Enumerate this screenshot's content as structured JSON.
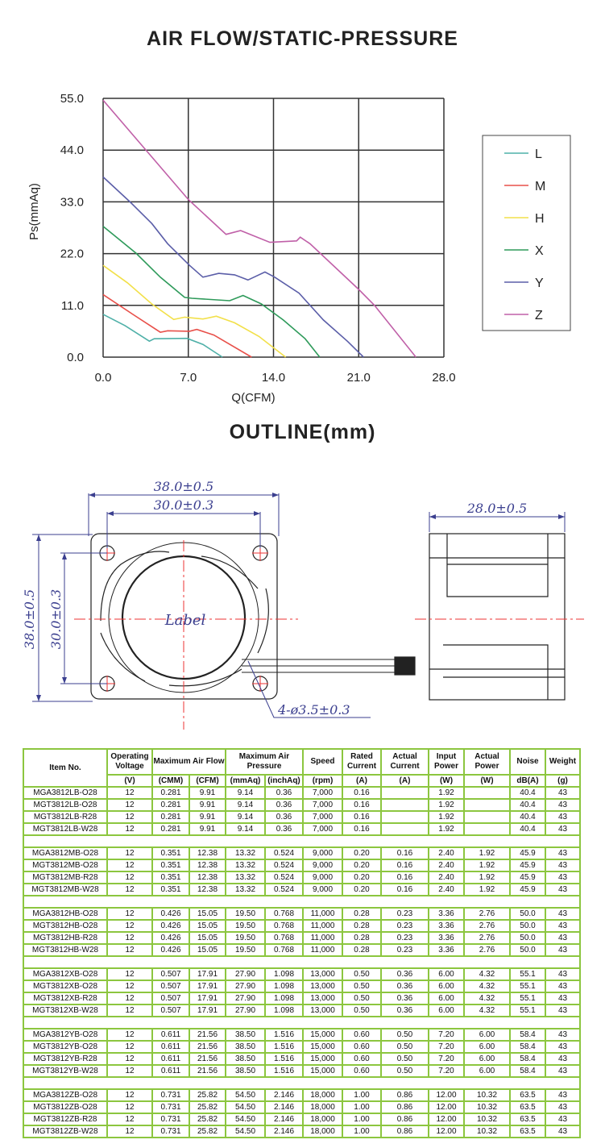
{
  "chart_title": "AIR FLOW/STATIC-PRESSURE",
  "outline_title": "OUTLINE(mm)",
  "chart_data": {
    "type": "line",
    "title": "AIR FLOW/STATIC-PRESSURE",
    "xlabel": "Q(CFM)",
    "ylabel": "Ps(mmAq)",
    "xlim": [
      0,
      28
    ],
    "ylim": [
      0,
      55
    ],
    "xticks": [
      "0.0",
      "7.0",
      "14.0",
      "21.0",
      "28.0"
    ],
    "yticks": [
      "0.0",
      "11.0",
      "22.0",
      "33.0",
      "44.0",
      "55.0"
    ],
    "grid": true,
    "legend_position": "right",
    "series": [
      {
        "name": "L",
        "color": "#4fb0a8",
        "points": [
          [
            0,
            9.1
          ],
          [
            1.8,
            6.7
          ],
          [
            3.8,
            3.4
          ],
          [
            4.2,
            3.9
          ],
          [
            6.9,
            4.0
          ],
          [
            8.2,
            2.7
          ],
          [
            9.8,
            0
          ]
        ]
      },
      {
        "name": "M",
        "color": "#e8504a",
        "points": [
          [
            0,
            13.3
          ],
          [
            2.5,
            9.0
          ],
          [
            4.7,
            5.3
          ],
          [
            5.3,
            5.6
          ],
          [
            7.1,
            5.5
          ],
          [
            7.7,
            5.9
          ],
          [
            9.1,
            4.7
          ],
          [
            12.2,
            0
          ]
        ]
      },
      {
        "name": "H",
        "color": "#f2e04a",
        "points": [
          [
            0,
            19.5
          ],
          [
            2,
            15.8
          ],
          [
            4,
            11.3
          ],
          [
            5.8,
            8.0
          ],
          [
            6.7,
            8.5
          ],
          [
            8.2,
            8.1
          ],
          [
            9.3,
            8.7
          ],
          [
            10.8,
            7.3
          ],
          [
            12.8,
            4.4
          ],
          [
            15,
            0
          ]
        ]
      },
      {
        "name": "X",
        "color": "#2e9a5a",
        "points": [
          [
            0,
            27.8
          ],
          [
            2.7,
            22.1
          ],
          [
            4.7,
            17.0
          ],
          [
            6.7,
            12.7
          ],
          [
            7.3,
            12.5
          ],
          [
            10.4,
            12.0
          ],
          [
            11.5,
            13.1
          ],
          [
            13.0,
            11.3
          ],
          [
            14.8,
            7.9
          ],
          [
            16.6,
            3.9
          ],
          [
            17.8,
            0
          ]
        ]
      },
      {
        "name": "Y",
        "color": "#5b5ea8",
        "points": [
          [
            0,
            38.3
          ],
          [
            2.25,
            32.9
          ],
          [
            4,
            28.4
          ],
          [
            5.3,
            24.1
          ],
          [
            7.1,
            19.5
          ],
          [
            8.2,
            17.0
          ],
          [
            9.5,
            17.8
          ],
          [
            10.8,
            17.5
          ],
          [
            11.9,
            16.4
          ],
          [
            13.3,
            18.1
          ],
          [
            14.1,
            17.0
          ],
          [
            16.1,
            13.6
          ],
          [
            18.1,
            7.9
          ],
          [
            20.1,
            3.3
          ],
          [
            21.4,
            0
          ]
        ]
      },
      {
        "name": "Z",
        "color": "#c060a8",
        "points": [
          [
            0,
            54.6
          ],
          [
            7,
            33.5
          ],
          [
            10.1,
            26.1
          ],
          [
            11.3,
            26.9
          ],
          [
            13.7,
            24.4
          ],
          [
            15.9,
            24.7
          ],
          [
            16.2,
            25.5
          ],
          [
            17,
            24.1
          ],
          [
            21,
            14.4
          ],
          [
            22.3,
            11.0
          ],
          [
            25.7,
            0
          ]
        ]
      }
    ]
  },
  "outline": {
    "width_outer": "38.0±0.5",
    "width_hole": "30.0±0.3",
    "height_outer": "38.0±0.5",
    "height_hole": "30.0±0.3",
    "depth": "28.0±0.5",
    "holes": "4-ø3.5±0.3",
    "label": "Label"
  },
  "table": {
    "headers": {
      "item": "Item No.",
      "voltage": "Operating Voltage",
      "airflow": "Maximum Air Flow",
      "pressure": "Maximum Air Pressure",
      "speed": "Speed",
      "rated_current": "Rated Current",
      "actual_current": "Actual Current",
      "input_power": "Input Power",
      "actual_power": "Actual Power",
      "noise": "Noise",
      "weight": "Weight"
    },
    "units": [
      "(V)",
      "(CMM)",
      "(CFM)",
      "(mmAq)",
      "(inchAq)",
      "(rpm)",
      "(A)",
      "(A)",
      "(W)",
      "(W)",
      "dB(A)",
      "(g)"
    ],
    "groups": [
      [
        [
          "MGA3812LB-O28",
          "12",
          "0.281",
          "9.91",
          "9.14",
          "0.36",
          "7,000",
          "0.16",
          "",
          "1.92",
          "",
          "40.4",
          "43"
        ],
        [
          "MGT3812LB-O28",
          "12",
          "0.281",
          "9.91",
          "9.14",
          "0.36",
          "7,000",
          "0.16",
          "",
          "1.92",
          "",
          "40.4",
          "43"
        ],
        [
          "MGT3812LB-R28",
          "12",
          "0.281",
          "9.91",
          "9.14",
          "0.36",
          "7,000",
          "0.16",
          "",
          "1.92",
          "",
          "40.4",
          "43"
        ],
        [
          "MGT3812LB-W28",
          "12",
          "0.281",
          "9.91",
          "9.14",
          "0.36",
          "7,000",
          "0.16",
          "",
          "1.92",
          "",
          "40.4",
          "43"
        ]
      ],
      [
        [
          "MGA3812MB-O28",
          "12",
          "0.351",
          "12.38",
          "13.32",
          "0.524",
          "9,000",
          "0.20",
          "0.16",
          "2.40",
          "1.92",
          "45.9",
          "43"
        ],
        [
          "MGT3812MB-O28",
          "12",
          "0.351",
          "12.38",
          "13.32",
          "0.524",
          "9,000",
          "0.20",
          "0.16",
          "2.40",
          "1.92",
          "45.9",
          "43"
        ],
        [
          "MGT3812MB-R28",
          "12",
          "0.351",
          "12.38",
          "13.32",
          "0.524",
          "9,000",
          "0.20",
          "0.16",
          "2.40",
          "1.92",
          "45.9",
          "43"
        ],
        [
          "MGT3812MB-W28",
          "12",
          "0.351",
          "12.38",
          "13.32",
          "0.524",
          "9,000",
          "0.20",
          "0.16",
          "2.40",
          "1.92",
          "45.9",
          "43"
        ]
      ],
      [
        [
          "MGA3812HB-O28",
          "12",
          "0.426",
          "15.05",
          "19.50",
          "0.768",
          "11,000",
          "0.28",
          "0.23",
          "3.36",
          "2.76",
          "50.0",
          "43"
        ],
        [
          "MGT3812HB-O28",
          "12",
          "0.426",
          "15.05",
          "19.50",
          "0.768",
          "11,000",
          "0.28",
          "0.23",
          "3.36",
          "2.76",
          "50.0",
          "43"
        ],
        [
          "MGT3812HB-R28",
          "12",
          "0.426",
          "15.05",
          "19.50",
          "0.768",
          "11,000",
          "0.28",
          "0.23",
          "3.36",
          "2.76",
          "50.0",
          "43"
        ],
        [
          "MGT3812HB-W28",
          "12",
          "0.426",
          "15.05",
          "19.50",
          "0.768",
          "11,000",
          "0.28",
          "0.23",
          "3.36",
          "2.76",
          "50.0",
          "43"
        ]
      ],
      [
        [
          "MGA3812XB-O28",
          "12",
          "0.507",
          "17.91",
          "27.90",
          "1.098",
          "13,000",
          "0.50",
          "0.36",
          "6.00",
          "4.32",
          "55.1",
          "43"
        ],
        [
          "MGT3812XB-O28",
          "12",
          "0.507",
          "17.91",
          "27.90",
          "1.098",
          "13,000",
          "0.50",
          "0.36",
          "6.00",
          "4.32",
          "55.1",
          "43"
        ],
        [
          "MGT3812XB-R28",
          "12",
          "0.507",
          "17.91",
          "27.90",
          "1.098",
          "13,000",
          "0.50",
          "0.36",
          "6.00",
          "4.32",
          "55.1",
          "43"
        ],
        [
          "MGT3812XB-W28",
          "12",
          "0.507",
          "17.91",
          "27.90",
          "1.098",
          "13,000",
          "0.50",
          "0.36",
          "6.00",
          "4.32",
          "55.1",
          "43"
        ]
      ],
      [
        [
          "MGA3812YB-O28",
          "12",
          "0.611",
          "21.56",
          "38.50",
          "1.516",
          "15,000",
          "0.60",
          "0.50",
          "7.20",
          "6.00",
          "58.4",
          "43"
        ],
        [
          "MGT3812YB-O28",
          "12",
          "0.611",
          "21.56",
          "38.50",
          "1.516",
          "15,000",
          "0.60",
          "0.50",
          "7.20",
          "6.00",
          "58.4",
          "43"
        ],
        [
          "MGT3812YB-R28",
          "12",
          "0.611",
          "21.56",
          "38.50",
          "1.516",
          "15,000",
          "0.60",
          "0.50",
          "7.20",
          "6.00",
          "58.4",
          "43"
        ],
        [
          "MGT3812YB-W28",
          "12",
          "0.611",
          "21.56",
          "38.50",
          "1.516",
          "15,000",
          "0.60",
          "0.50",
          "7.20",
          "6.00",
          "58.4",
          "43"
        ]
      ],
      [
        [
          "MGA3812ZB-O28",
          "12",
          "0.731",
          "25.82",
          "54.50",
          "2.146",
          "18,000",
          "1.00",
          "0.86",
          "12.00",
          "10.32",
          "63.5",
          "43"
        ],
        [
          "MGT3812ZB-O28",
          "12",
          "0.731",
          "25.82",
          "54.50",
          "2.146",
          "18,000",
          "1.00",
          "0.86",
          "12.00",
          "10.32",
          "63.5",
          "43"
        ],
        [
          "MGT3812ZB-R28",
          "12",
          "0.731",
          "25.82",
          "54.50",
          "2.146",
          "18,000",
          "1.00",
          "0.86",
          "12.00",
          "10.32",
          "63.5",
          "43"
        ],
        [
          "MGT3812ZB-W28",
          "12",
          "0.731",
          "25.82",
          "54.50",
          "2.146",
          "18,000",
          "1.00",
          "0.86",
          "12.00",
          "10.32",
          "63.5",
          "43"
        ]
      ]
    ]
  }
}
